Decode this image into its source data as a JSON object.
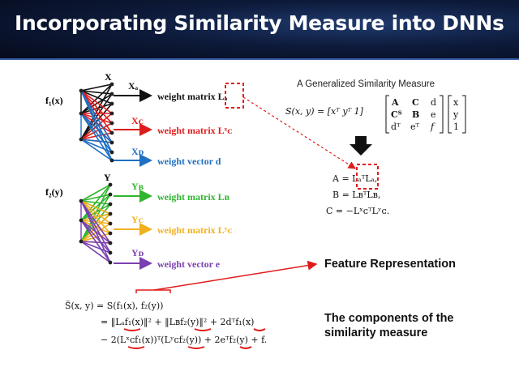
{
  "slide": {
    "title": "Incorporating Similarity Measure into DNNs"
  },
  "network": {
    "f1_label": "f₁(x)",
    "x_label": "X",
    "f2_label": "f₂(y)",
    "y_label": "Y",
    "outputs": [
      {
        "id": "xa",
        "sub_label": "Xₐ",
        "text": "weight matrix Lₐ",
        "color": "#111111"
      },
      {
        "id": "xc",
        "sub_label": "Xᴄ",
        "text": "weight matrix Lˣᴄ",
        "color": "#e01b1b"
      },
      {
        "id": "xd",
        "sub_label": "Xᴅ",
        "text": "weight vector d",
        "color": "#1f6fc2"
      },
      {
        "id": "yb",
        "sub_label": "Yʙ",
        "text": "weight matrix Lʙ",
        "color": "#2fb52f"
      },
      {
        "id": "yc",
        "sub_label": "Yᴄ",
        "text": "weight matrix Lʸᴄ",
        "color": "#f2b01e"
      },
      {
        "id": "yd",
        "sub_label": "Yᴅ",
        "text": "weight vector e",
        "color": "#7a3fb0"
      }
    ]
  },
  "generalized": {
    "caption": "A Generalized Similarity Measure",
    "formula_lhs": "S(x, y) = [xᵀ yᵀ 1]",
    "matrix_rows": [
      [
        "A",
        "C",
        "d"
      ],
      [
        "Cᵀ",
        "B",
        "e"
      ],
      [
        "dᵀ",
        "eᵀ",
        "f"
      ]
    ],
    "vector": [
      "x",
      "y",
      "1"
    ],
    "decomp": [
      "A = LₐᵀLₐ,",
      "B = LʙᵀLʙ,",
      "C = −LˣᴄᵀLʸᴄ."
    ]
  },
  "feature_representation": "Feature Representation",
  "components_text": [
    "The components of the",
    "similarity measure"
  ],
  "bottom_formula": [
    "S̃(x, y)  =  S(f₁(x), f₂(y))",
    "=  ‖Lₐf₁(x)‖² + ‖Lʙf₂(y)‖² + 2dᵀf₁(x)",
    "−  2(Lˣᴄf₁(x))ᵀ(Lʸᴄf₂(y)) + 2eᵀf₂(y) + f."
  ],
  "colors": {
    "header_bg": "#0d1a3a",
    "red": "#e01b1b",
    "black": "#111111",
    "blue": "#1f6fc2",
    "green": "#2fb52f",
    "yellow": "#f2b01e",
    "purple": "#7a3fb0"
  }
}
